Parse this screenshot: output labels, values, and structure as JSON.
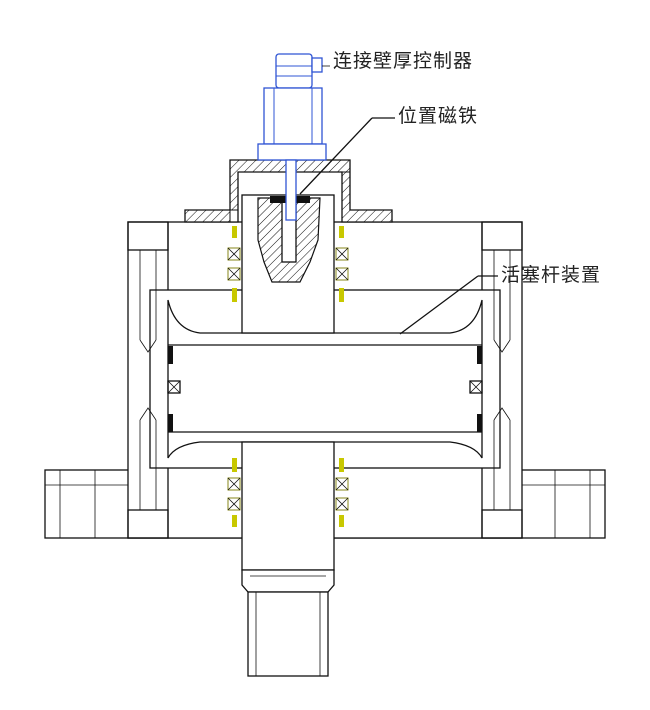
{
  "labels": {
    "controller": "连接壁厚控制器",
    "magnet": "位置磁铁",
    "piston_rod": "活塞杆装置"
  },
  "colors": {
    "outline": "#111111",
    "sensor": "#2f55d4",
    "seal_accent": "#c8c800",
    "background": "#ffffff"
  }
}
